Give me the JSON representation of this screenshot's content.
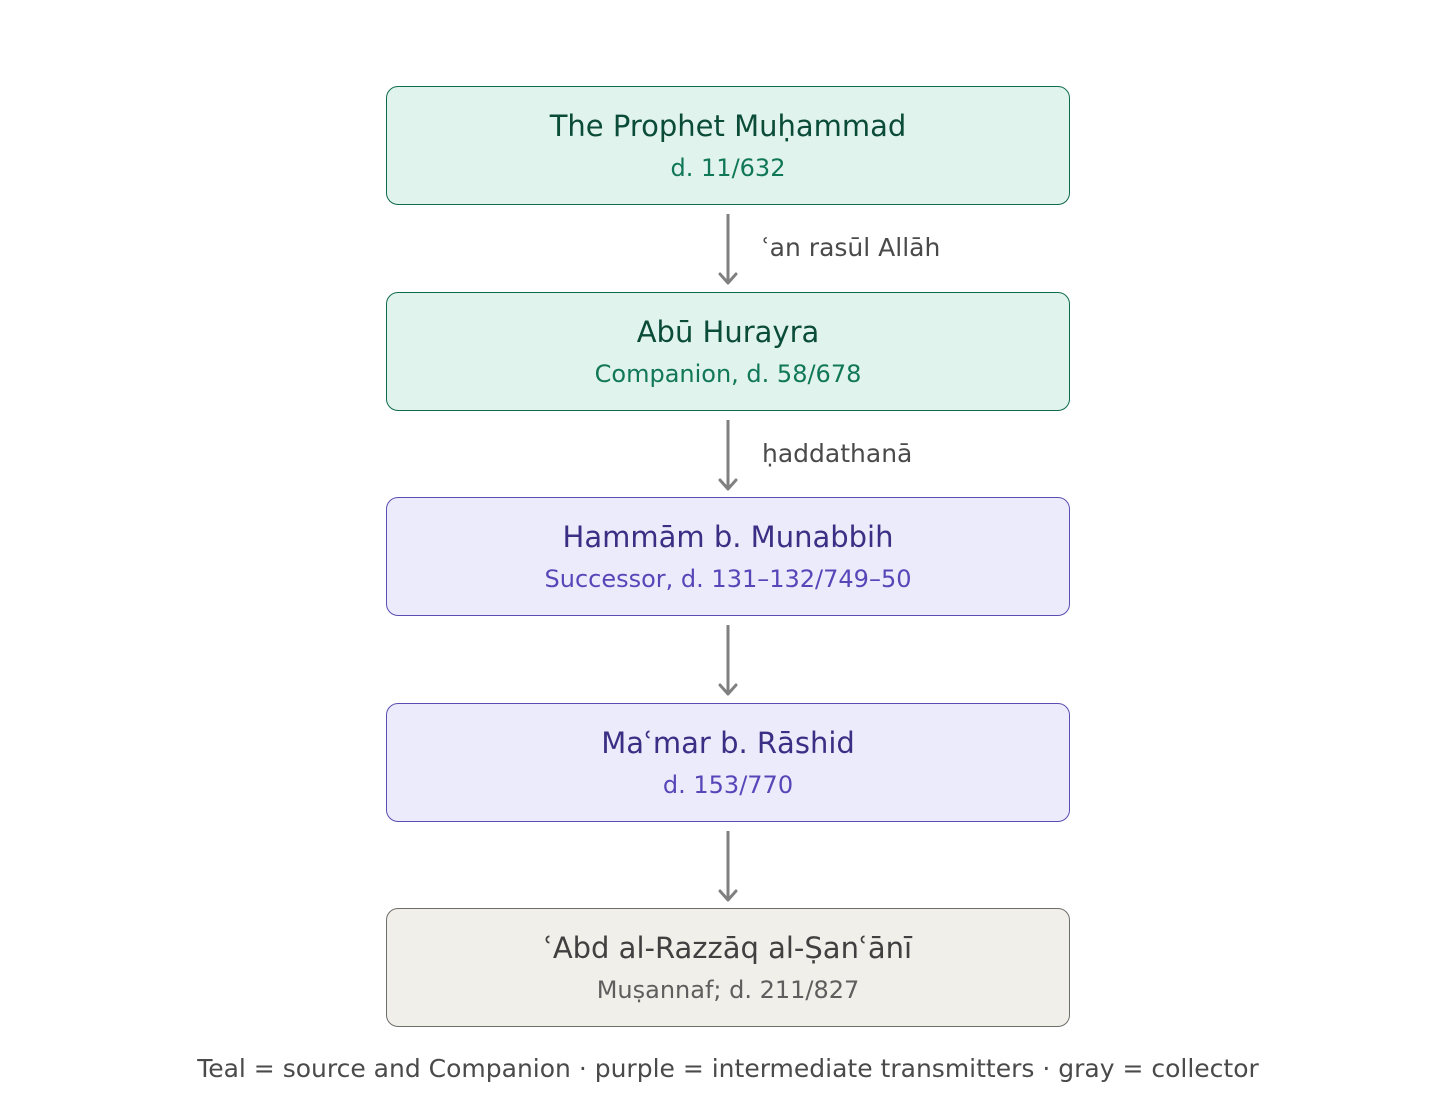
{
  "chain": [
    {
      "name": "The Prophet Muḥammad",
      "sub": "d. 11/632",
      "group": "teal"
    },
    {
      "name": "Abū Hurayra",
      "sub": "Companion, d. 58/678",
      "group": "teal"
    },
    {
      "name": "Hammām b. Munabbih",
      "sub": "Successor, d. 131–132/749–50",
      "group": "purple"
    },
    {
      "name": "Maʿmar b. Rāshid",
      "sub": "d. 153/770",
      "group": "purple"
    },
    {
      "name": "ʿAbd al-Razzāq al-Ṣanʿānī",
      "sub": "Muṣannaf; d. 211/827",
      "group": "gray"
    }
  ],
  "edges": [
    {
      "label": "ʿan rasūl Allāh"
    },
    {
      "label": "ḥaddathanā"
    },
    {
      "label": ""
    },
    {
      "label": ""
    }
  ],
  "legend": "Teal = source and Companion · purple = intermediate transmitters · gray = collector",
  "colors": {
    "teal_fill": "#e1f3ed",
    "teal_border": "#0d6b4c",
    "purple_fill": "#ecebfb",
    "purple_border": "#5a4db1",
    "gray_fill": "#f1efe9",
    "gray_border": "#6d6d6a",
    "arrow": "#808080"
  }
}
